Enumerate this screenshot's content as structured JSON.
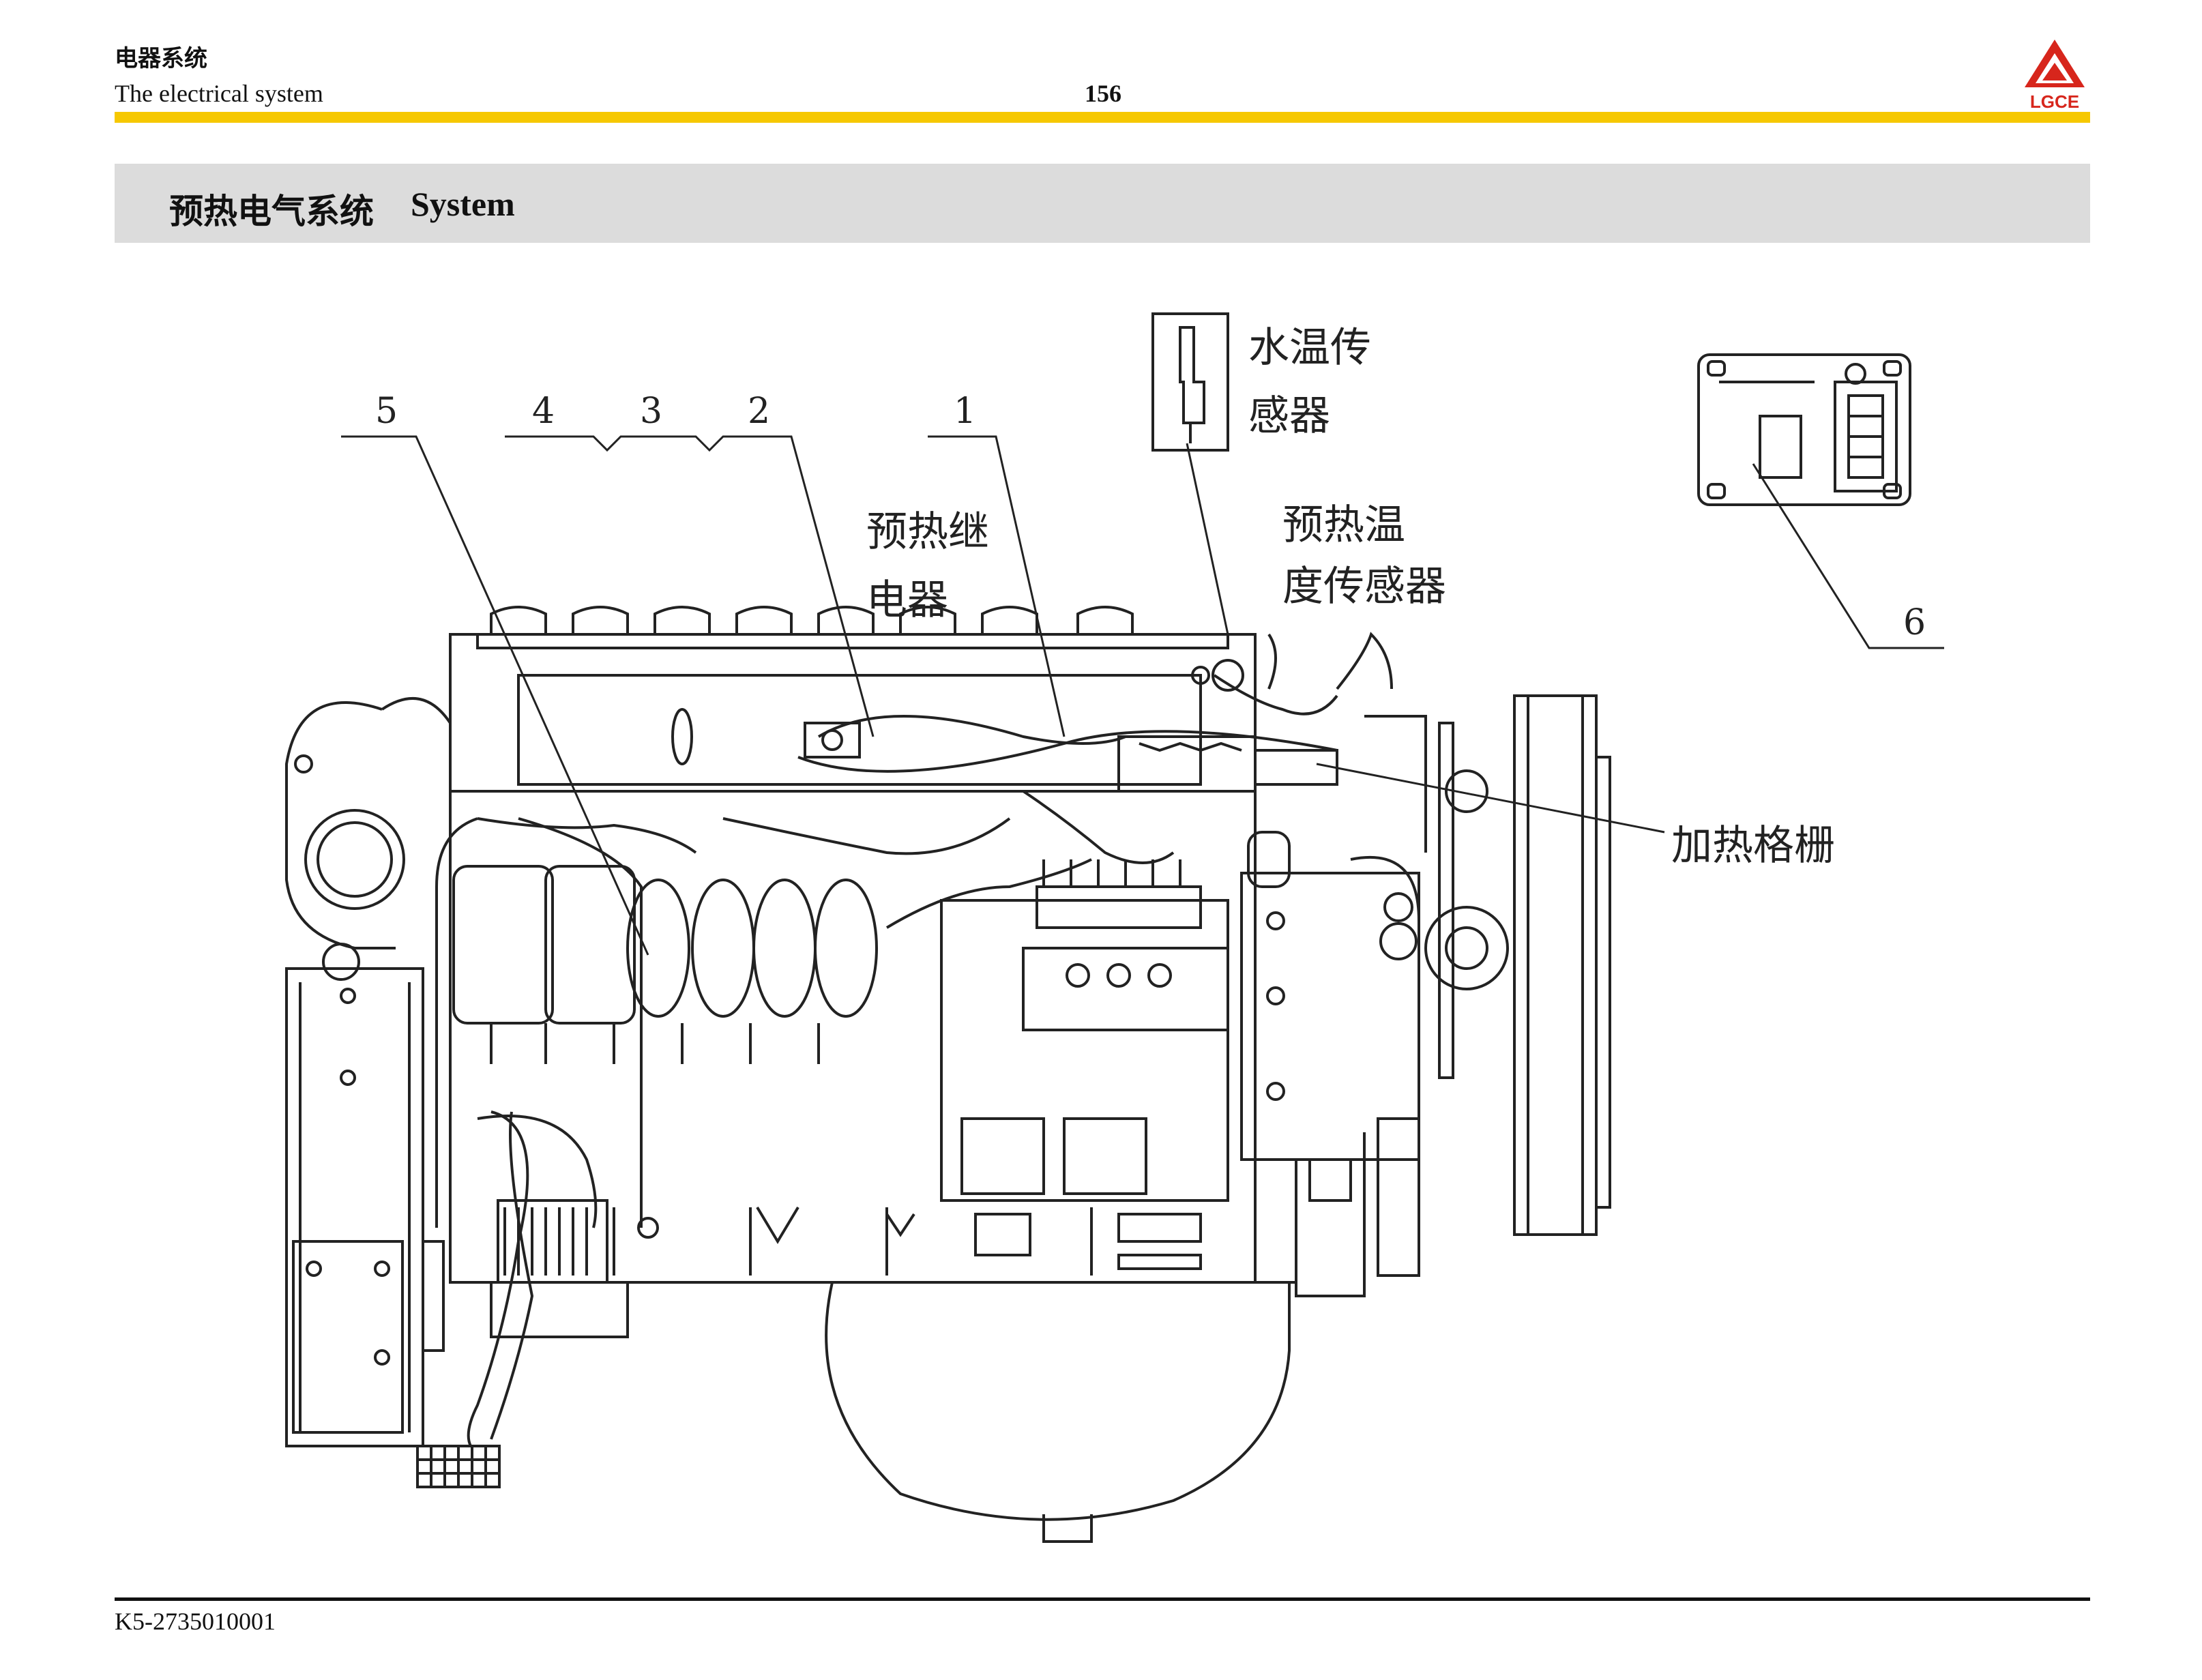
{
  "header": {
    "section_cn": "电器系统",
    "section_en": "The electrical system",
    "page_number": "156",
    "logo_text": "LGCE",
    "colors": {
      "accent_rule": "#f6c800",
      "title_band": "#dcdcdc",
      "logo_red": "#d7261c"
    }
  },
  "title": {
    "cn": "预热电气系统",
    "en": "System"
  },
  "figure": {
    "callout_numbers": [
      "1",
      "2",
      "3",
      "4",
      "5",
      "6"
    ],
    "labels": {
      "preheat_relay_line1": "预热继",
      "preheat_relay_line2": "电器",
      "water_temp_sensor_line1": "水温传",
      "water_temp_sensor_line2": "感器",
      "preheat_temp_sensor_line1": "预热温",
      "preheat_temp_sensor_line2": "度传感器",
      "heating_grid": "加热格栅"
    }
  },
  "footer": {
    "doc_code": "K5-2735010001"
  }
}
